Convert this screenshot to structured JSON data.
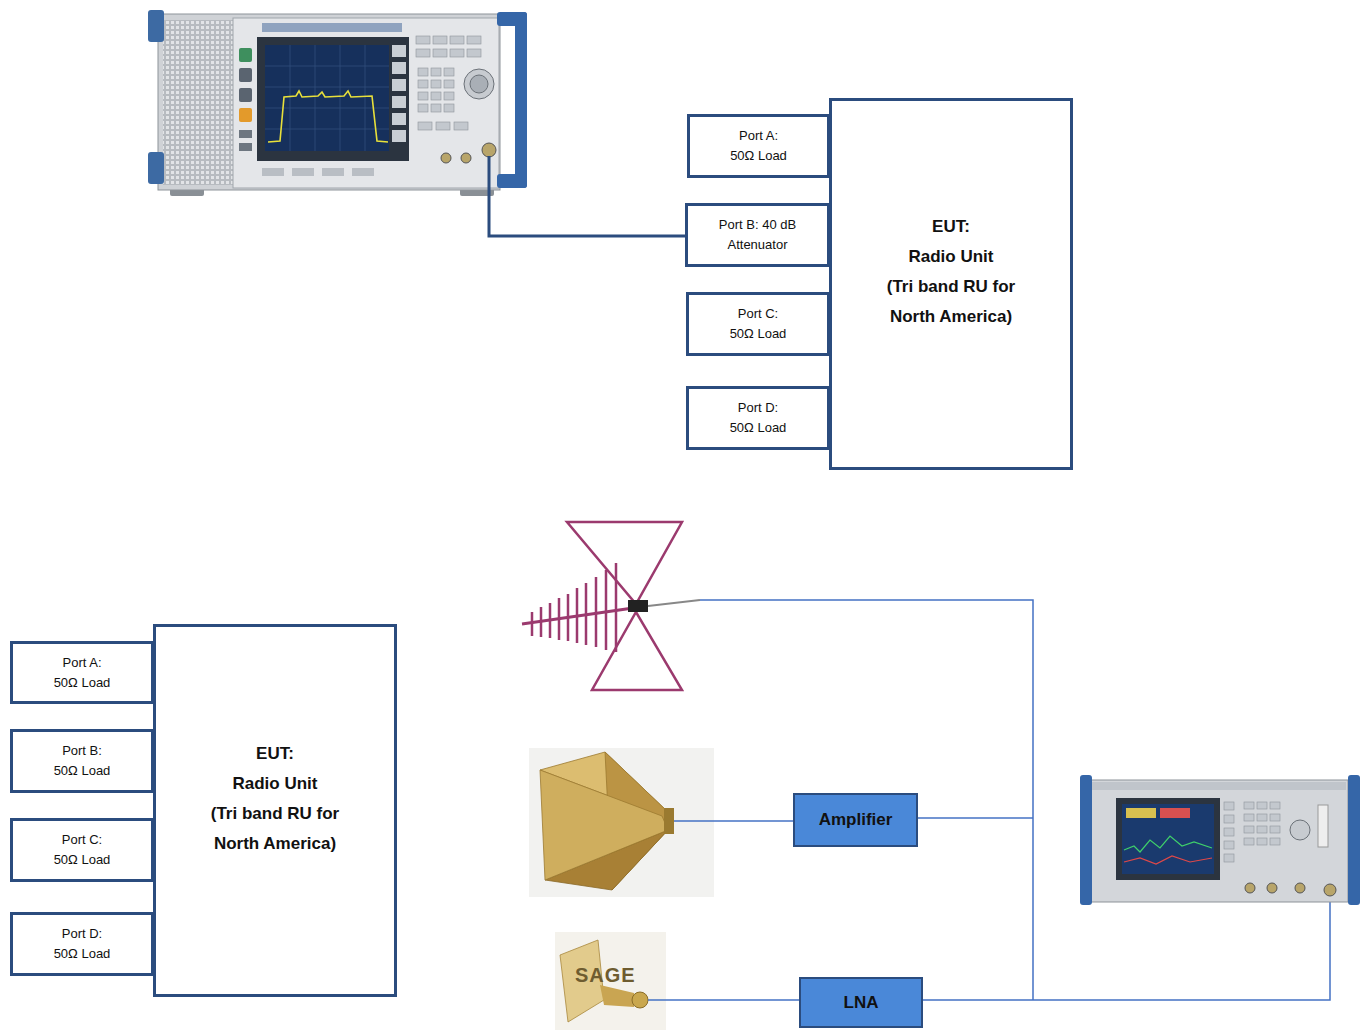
{
  "diagram": {
    "nodes": [
      {
        "text": [
          "Port A:",
          "50Ω Load"
        ]
      },
      {
        "text": [
          "Port B: 40 dB Attenuator"
        ]
      },
      {
        "text": [
          "Port C:",
          "50Ω Load"
        ]
      },
      {
        "text": [
          "Port D:",
          "50Ω Load"
        ]
      },
      {
        "text": [
          "EUT:",
          "Radio Unit",
          "(Tri band RU for North America)"
        ]
      },
      {
        "text": [
          "Port A:",
          "50Ω Load"
        ]
      },
      {
        "text": [
          "Port B:",
          "50Ω Load"
        ]
      },
      {
        "text": [
          "Port C:",
          "50Ω Load"
        ]
      },
      {
        "text": [
          "Port D:",
          "50Ω Load"
        ]
      },
      {
        "text": [
          "EUT:",
          "Radio Unit",
          "(Tri band RU for North America)"
        ]
      },
      {
        "text": [
          "Amplifier"
        ]
      },
      {
        "text": [
          "LNA"
        ]
      }
    ],
    "labels": [
      "SAGE"
    ]
  }
}
